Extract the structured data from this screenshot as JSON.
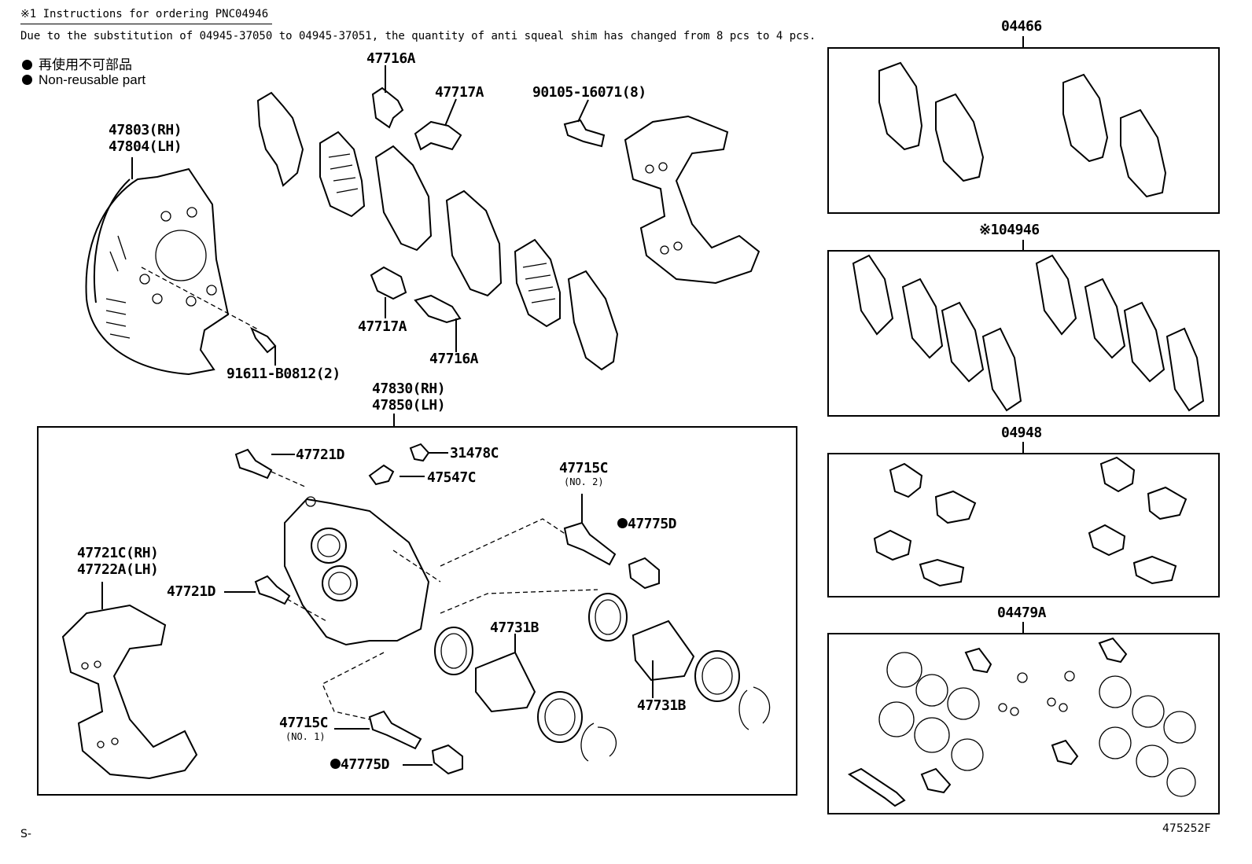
{
  "note": {
    "title": "※1 Instructions for ordering PNC04946",
    "body": "Due to the substitution of 04945-37050 to 04945-37051, the quantity of anti squeal shim has changed from 8 pcs  to 4 pcs."
  },
  "legend": {
    "jp": "再使用不可部品",
    "en": "Non-reusable part"
  },
  "labels": {
    "l47716a_top": "47716A",
    "l47717a_top": "47717A",
    "l90105": "90105-16071(8)",
    "l47803": "47803(RH)",
    "l47804": "47804(LH)",
    "l47717a_bot": "47717A",
    "l47716a_bot": "47716A",
    "l91611": "91611-B0812(2)",
    "l47830": "47830(RH)",
    "l47850": "47850(LH)",
    "l47721d_top": "47721D",
    "l31478c": "31478C",
    "l47547c": "47547C",
    "l47715c_no2": "47715C",
    "l47715c_no2_sub": "(NO. 2)",
    "l47775d_top": "47775D",
    "l47721c": "47721C(RH)",
    "l47722a": "47722A(LH)",
    "l47721d_mid": "47721D",
    "l47731b_mid": "47731B",
    "l47731b_right": "47731B",
    "l47715c_no1": "47715C",
    "l47715c_no1_sub": "(NO. 1)",
    "l47775d_bot": "47775D"
  },
  "kits": {
    "k04466": "04466",
    "k04946": "※104946",
    "k04948": "04948",
    "k04479a": "04479A"
  },
  "footer": {
    "left": "S-",
    "right": "475252F"
  },
  "colors": {
    "ink": "#000000",
    "paper": "#ffffff"
  }
}
